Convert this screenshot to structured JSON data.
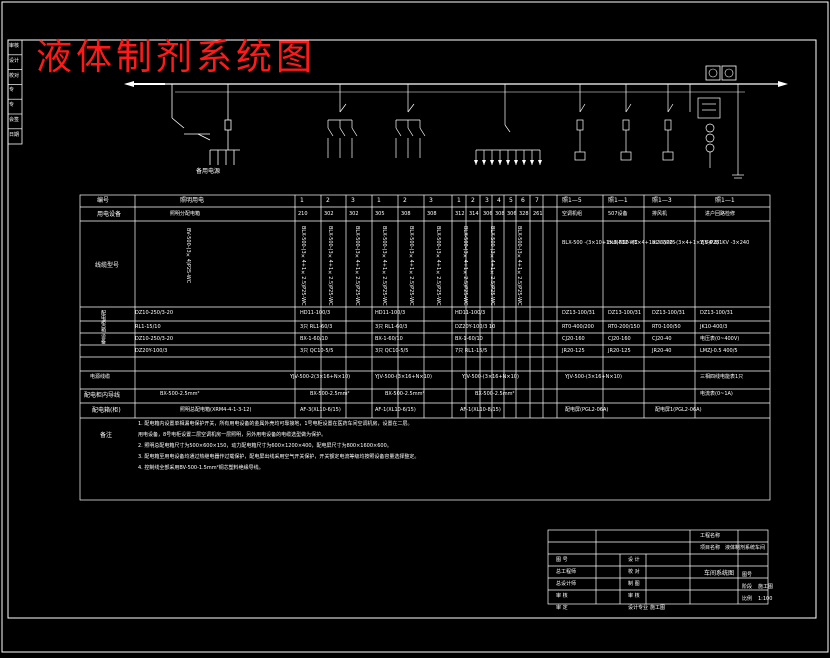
{
  "title": "液体制剂系统图",
  "side_tab": [
    "审核",
    "设计",
    "校对",
    "专",
    "专",
    "会签",
    "日期"
  ],
  "incoming_label": "备用电源",
  "table": {
    "header": {
      "row1_label": "编号",
      "row1_cells": [
        "照明用电",
        "1",
        "2",
        "3",
        "1",
        "2",
        "3",
        "1",
        "2",
        "3",
        "4",
        "5",
        "6",
        "7",
        "照1—5",
        "照1—1",
        "照1—3",
        "照1—1"
      ],
      "row2_label": "用电设备",
      "row2_cells": [
        "照明分配电箱",
        "210",
        "302",
        "302",
        "305",
        "308",
        "308",
        "312",
        "314",
        "306",
        "308",
        "306",
        "328",
        "261",
        "空调机组",
        "507设备",
        "排风机",
        "进户回路检修"
      ]
    },
    "cable_label": "线缆型号",
    "cable_cols": [
      "BLX-500-(3×4+1×2.5)P25-WC",
      "BLX-500-(3×4+1×2.5)P25-WC",
      "BLX-500-(3×4+1×2.5)P25-WC",
      "BLX-500-(3×4+1×2.5)P25-WC",
      "BLX-500-(3×4+1×2.5)P25-WC",
      "BLX-500-(3×4+1×2.5)P25-WC",
      "BLX-500-(3×4+1×2.5)P25-WC",
      "BLX-500-(3×4+1×2.5)P25-WC",
      "BLX-500-(3×4+1×2.5)P25-WC"
    ],
    "cable_first": "BV-500-(3×4)P25-WC",
    "cable_right": [
      "BLX-500 -(3×10+1×6)P32-WC",
      "BLX-500 -(3×4+1×2.5)P25",
      "BLX-500 -(3×4+1×2.5)P25",
      "YJV-0.6/1KV -3×240"
    ],
    "device_label": "配电柜(箱)设备",
    "device_rows": [
      [
        "DZ10-250/3-20",
        "HD11-100/3",
        "HD11-100/3",
        "HD11-100/3",
        "DZ13-100/31",
        "DZ13-100/31",
        "DZ13-100/31",
        "DZ13-100/31"
      ],
      [
        "RL1-15/10",
        "3只  RL1-60/3",
        "3只  RL1-60/3",
        "DZ20Y-100/3 10",
        "RT0-400/200",
        "RT0-200/150",
        "RT0-100/50",
        "JK10-400/3"
      ],
      [
        "DZ10-250/3-20",
        "BX-1-60/10",
        "BX-1-60/10",
        "BX-1-60/10",
        "CJ20-160",
        "CJ20-160",
        "CJ20-40",
        "电压表(0~400V)"
      ],
      [
        "DZ20Y-100/3",
        "3只  QC10-5/5",
        "3只  QC10-5/5",
        "7只  RL1-15/5",
        "JR20-125",
        "JR20-125",
        "JR20-40",
        "LMZJ-0.5  400/5"
      ]
    ],
    "row_power": [
      "电源线缆",
      "YJV-500-2(3×16+N×10)",
      "YJV-500-(3×16+N×10)",
      "YJV-500-(3×16+N×10)",
      "YJV-500-(3×16+N×10)",
      "三相四线电能表1只"
    ],
    "row_inside_label": "配电柜内导线",
    "row_inside": [
      "BX-500-2.5mm²",
      "BX-500-2.5mm²",
      "BX-500-2.5mm²",
      "BX-500-2.5mm²",
      "电流表(0~1A)"
    ],
    "row_box_label": "配电箱(柜)",
    "row_box": [
      "照明总配电箱(XRM4-4-1-3-12)",
      "AF-3(XL10-6/15)",
      "AF-1(XL10-6/15)",
      "AF-1(XL10-8/15)",
      "配电屏(PGL2-06A)",
      "配电屏1(PGL2-06A)"
    ],
    "notes_label": "备注",
    "notes": [
      "1. 配电箱内设置单相漏电保护开关，所有用电设备的金属外壳均可靠接地，1号电柜设置在医药车间空调机房，设置在二层。",
      "用电设备，8号电柜设置二层空调机房一层照明，另外用电设备的电缆选型做为保护。",
      "2. 照明总配电箱尺寸为500×600×150，动力配电箱尺寸为600×1200×400，配电屏尺寸为800×1600×600。",
      "3. 配电箱至用电设备均通过热继电器作过载保护，配电屏出线采用空气开关保护，开关额定电流等级均按照设备容量选择整定。",
      "4. 控制线全部采用BV-500-1.5mm²铜芯塑料绝缘导线。"
    ]
  },
  "title_block": {
    "project_label": "工程名称",
    "project_value": "",
    "item_label": "项目名称",
    "item_value": "液体制剂系统车间",
    "drawing_name": "车间系统图",
    "rows_left": [
      [
        "图  号",
        ""
      ],
      [
        "总工程师",
        ""
      ],
      [
        "总设计师",
        ""
      ],
      [
        "审  核",
        ""
      ],
      [
        "审  定",
        ""
      ]
    ],
    "rows_mid": [
      [
        "设  计",
        ""
      ],
      [
        "校  对",
        ""
      ],
      [
        "制  图",
        ""
      ],
      [
        "审  核",
        ""
      ],
      [
        "设计专业",
        "施工图"
      ]
    ],
    "rows_right": [
      [
        "图号",
        ""
      ],
      [
        "阶段",
        "施工图"
      ],
      [
        "比例",
        "1:100"
      ]
    ]
  }
}
